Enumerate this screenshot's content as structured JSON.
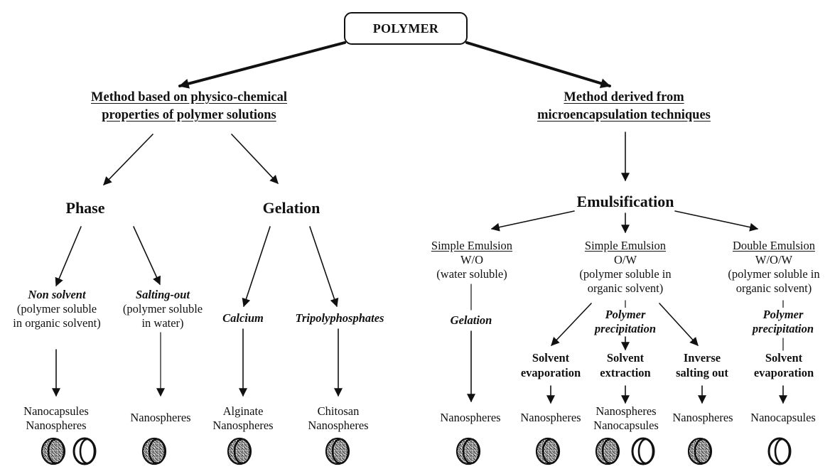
{
  "diagram": {
    "root": "POLYMER",
    "left_branch": {
      "heading": [
        "Method based on physico-chemical",
        "properties of polymer solutions"
      ],
      "phase": {
        "title": "Phase",
        "non_solvent": {
          "name": "Non solvent",
          "desc": [
            "(polymer soluble",
            "in organic solvent)"
          ],
          "result": [
            "Nanocapsules",
            "Nanospheres"
          ]
        },
        "salting_out": {
          "name": "Salting-out",
          "desc": [
            "(polymer soluble",
            "in water)"
          ],
          "result": [
            "Nanospheres"
          ]
        }
      },
      "gelation": {
        "title": "Gelation",
        "calcium": {
          "name": "Calcium",
          "result": [
            "Alginate",
            "Nanospheres"
          ]
        },
        "tripolyphosphates": {
          "name": "Tripolyphosphates",
          "result": [
            "Chitosan",
            "Nanospheres"
          ]
        }
      }
    },
    "right_branch": {
      "heading": [
        "Method derived from",
        "microencapsulation techniques"
      ],
      "emulsification": {
        "title": "Emulsification",
        "simple_wo": {
          "name": "Simple Emulsion",
          "type": "W/O",
          "desc": [
            "(water soluble)"
          ],
          "process": "Gelation",
          "result": [
            "Nanospheres"
          ]
        },
        "simple_ow": {
          "name": "Simple Emulsion",
          "type": "O/W",
          "desc": [
            "(polymer soluble in",
            "organic solvent)"
          ],
          "process": [
            "Polymer",
            "precipitation"
          ],
          "solvent_evaporation": {
            "label": [
              "Solvent",
              "evaporation"
            ],
            "result": [
              "Nanospheres"
            ]
          },
          "solvent_extraction": {
            "label": [
              "Solvent",
              "extraction"
            ],
            "result": [
              "Nanospheres",
              "Nanocapsules"
            ]
          },
          "inverse_salting_out": {
            "label": [
              "Inverse",
              "salting out"
            ],
            "result": [
              "Nanospheres"
            ]
          }
        },
        "double_wow": {
          "name": "Double Emulsion",
          "type": "W/O/W",
          "desc": [
            "(polymer soluble in",
            "organic solvent)"
          ],
          "process": [
            "Polymer",
            "precipitation"
          ],
          "step": [
            "Solvent",
            "evaporation"
          ],
          "result": [
            "Nanocapsules"
          ]
        }
      }
    }
  },
  "particle_icons": [
    "nanosphere-icon",
    "nanocapsule-icon"
  ],
  "colors": {
    "ink": "#111111",
    "background": "#ffffff"
  }
}
